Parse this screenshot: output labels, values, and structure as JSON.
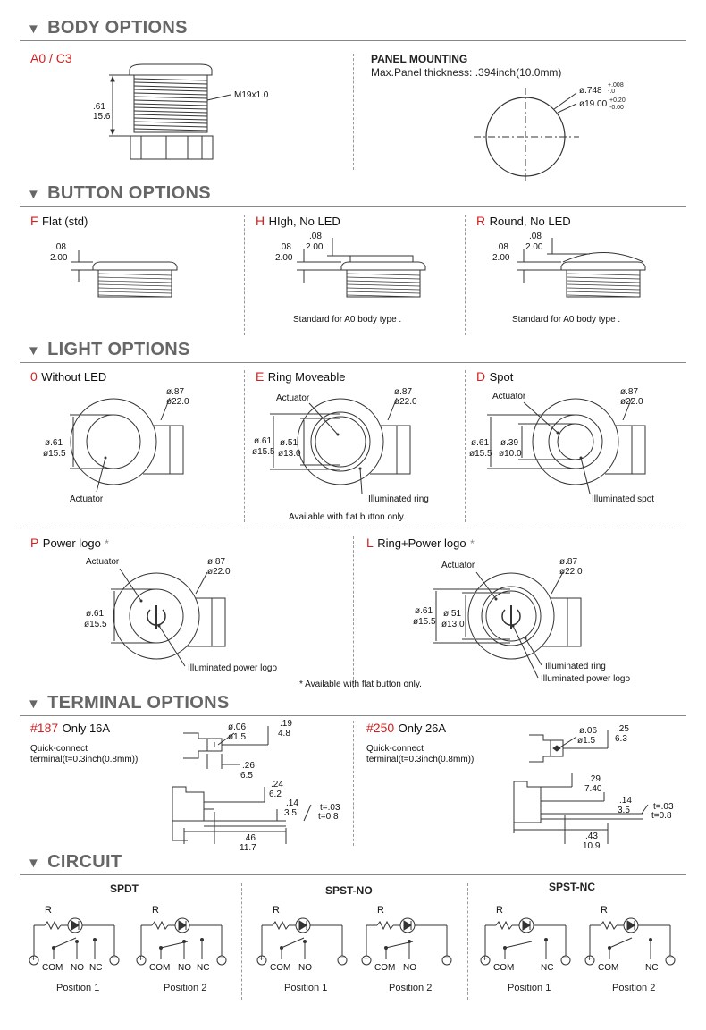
{
  "sections": {
    "body": "BODY OPTIONS",
    "button": "BUTTON OPTIONS",
    "light": "LIGHT OPTIONS",
    "terminal": "TERMINAL OPTIONS",
    "circuit": "CIRCUIT"
  },
  "body_options": {
    "code": "A0 / C3",
    "dim_in": ".61",
    "dim_mm": "15.6",
    "thread": "M19x1.0",
    "panel_title": "PANEL MOUNTING",
    "panel_thickness": "Max.Panel thickness: .394inch(10.0mm)",
    "hole_in": "ø.748",
    "hole_in_tol_up": "+.008",
    "hole_in_tol_dn": "-.0",
    "hole_mm": "ø19.00",
    "hole_mm_tol_up": "+0.20",
    "hole_mm_tol_dn": "-0.00"
  },
  "button_options": [
    {
      "code": "F",
      "name": "Flat (std)",
      "h_in": ".08",
      "h_mm": "2.00",
      "note": ""
    },
    {
      "code": "H",
      "name": "HIgh, No LED",
      "h_in": ".08",
      "h_mm": "2.00",
      "note": "Standard for A0 body type ."
    },
    {
      "code": "R",
      "name": "Round, No LED",
      "h_in": ".08",
      "h_mm": "2.00",
      "note": "Standard for A0 body type ."
    }
  ],
  "light_options": {
    "outer_in": "ø.87",
    "outer_mm": "ø22.0",
    "inner_in": "ø.61",
    "inner_mm": "ø15.5",
    "items": [
      {
        "code": "0",
        "name": "Without LED",
        "actuator": "Actuator"
      },
      {
        "code": "E",
        "name": "Ring Moveable",
        "actuator": "Actuator",
        "d_in": "ø.51",
        "d_mm": "ø13.0",
        "callout": "Illuminated ring"
      },
      {
        "code": "D",
        "name": "Spot",
        "actuator": "Actuator",
        "d_in": "ø.39",
        "d_mm": "ø10.0",
        "callout": "Illuminated spot"
      }
    ],
    "flat_note": "Available with flat button only.",
    "power": {
      "code": "P",
      "name": "Power logo",
      "star": "*",
      "actuator": "Actuator",
      "callout": "Illuminated power logo"
    },
    "ring_power": {
      "code": "L",
      "name": "Ring+Power logo",
      "star": "*",
      "actuator": "Actuator",
      "d_in": "ø.51",
      "d_mm": "ø13.0",
      "callout1": "Illuminated ring",
      "callout2": "Illuminated power logo"
    },
    "star_note": "*  Available with flat button only."
  },
  "terminal_options": [
    {
      "code": "#187",
      "name": "Only 16A",
      "desc1": "Quick-connect",
      "desc2": "terminal(t=0.3inch(0.8mm))",
      "hole_in": "ø.06",
      "hole_mm": "ø1.5",
      "a_in": ".19",
      "a_mm": "4.8",
      "b_in": ".26",
      "b_mm": "6.5",
      "c_in": ".24",
      "c_mm": "6.2",
      "d_in": ".14",
      "d_mm": "3.5",
      "t_in": "t=.03",
      "t_mm": "t=0.8",
      "e_in": ".46",
      "e_mm": "11.7"
    },
    {
      "code": "#250",
      "name": "Only 26A",
      "desc1": "Quick-connect",
      "desc2": "terminal(t=0.3inch(0.8mm))",
      "hole_in": "ø.06",
      "hole_mm": "ø1.5",
      "a_in": ".25",
      "a_mm": "6.3",
      "b_in": ".29",
      "b_mm": "7.40",
      "d_in": ".14",
      "d_mm": "3.5",
      "t_in": "t=.03",
      "t_mm": "t=0.8",
      "e_in": ".43",
      "e_mm": "10.9"
    }
  ],
  "circuit": {
    "groups": [
      {
        "title": "SPDT",
        "pos": [
          {
            "label": "Position 1",
            "r": "R",
            "plus": "+",
            "minus": "−",
            "com": "COM",
            "no": "NO",
            "nc": "NC"
          },
          {
            "label": "Position 2",
            "r": "R",
            "plus": "+",
            "minus": "−",
            "com": "COM",
            "no": "NO",
            "nc": "NC"
          }
        ]
      },
      {
        "title": "SPST-NO",
        "pos": [
          {
            "label": "Position 1",
            "r": "R",
            "plus": "+",
            "minus": "−",
            "com": "COM",
            "no": "NO"
          },
          {
            "label": "Position 2",
            "r": "R",
            "plus": "+",
            "minus": "−",
            "com": "COM",
            "no": "NO"
          }
        ]
      },
      {
        "title": "SPST-NC",
        "pos": [
          {
            "label": "Position 1",
            "r": "R",
            "plus": "+",
            "minus": "−",
            "com": "COM",
            "nc": "NC"
          },
          {
            "label": "Position 2",
            "r": "R",
            "plus": "+",
            "minus": "−",
            "com": "COM",
            "nc": "NC"
          }
        ]
      }
    ]
  }
}
